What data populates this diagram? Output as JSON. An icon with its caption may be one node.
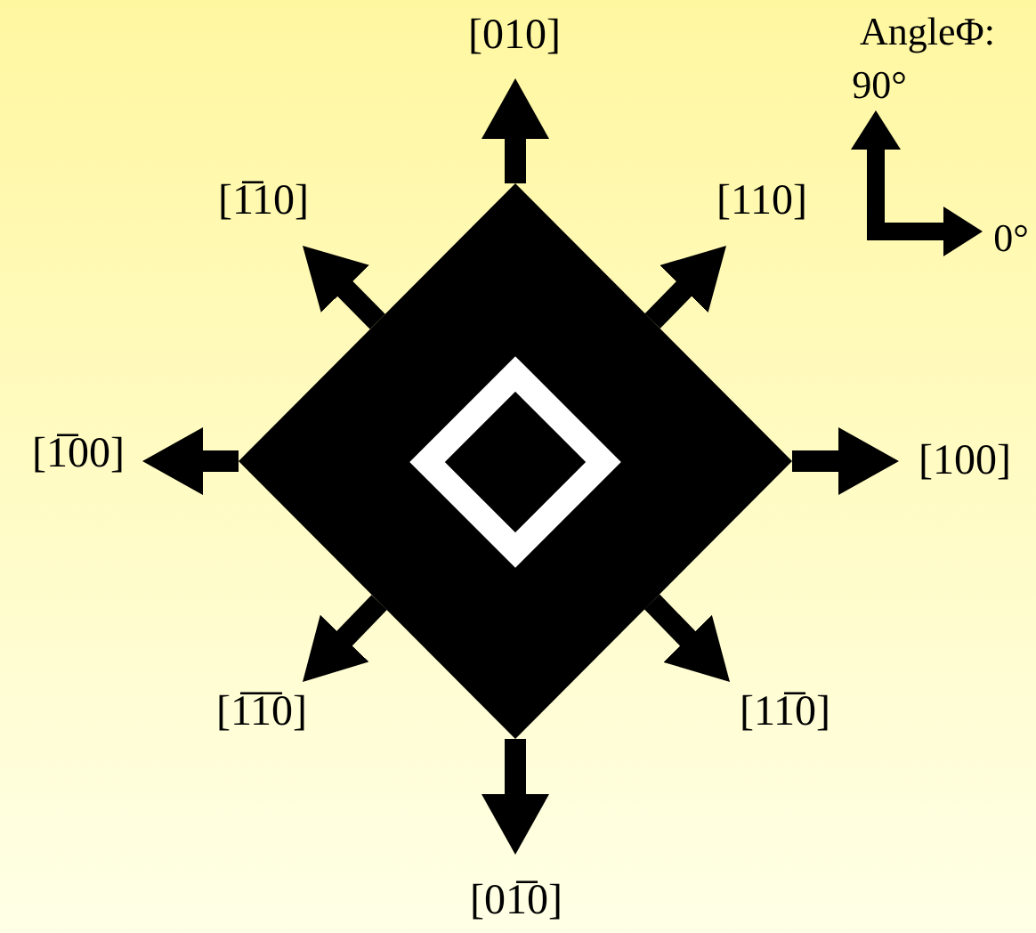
{
  "diagram": {
    "nodes": [
      {
        "text": [],
        "shape": "diamond"
      },
      {
        "text": [],
        "shape": "diamond",
        "in": 0
      },
      {
        "text": [
          "[010]"
        ]
      },
      {
        "text": [
          "[1̅10]"
        ]
      },
      {
        "text": [
          "[110]"
        ]
      },
      {
        "text": [
          "[1̅00]"
        ]
      },
      {
        "text": [
          "[100]"
        ]
      },
      {
        "text": [
          "[1̅1̅0]"
        ]
      },
      {
        "text": [
          "[11̅0]"
        ]
      },
      {
        "text": [
          "[01̅0]"
        ]
      }
    ],
    "edges": [
      {
        "from": 0,
        "to": 2,
        "arrow": "to"
      },
      {
        "from": 0,
        "to": 3,
        "arrow": "to"
      },
      {
        "from": 0,
        "to": 4,
        "arrow": "to"
      },
      {
        "from": 0,
        "to": 5,
        "arrow": "to"
      },
      {
        "from": 0,
        "to": 6,
        "arrow": "to"
      },
      {
        "from": 0,
        "to": 7,
        "arrow": "to"
      },
      {
        "from": 0,
        "to": 8,
        "arrow": "to"
      },
      {
        "from": 0,
        "to": 9,
        "arrow": "to"
      }
    ],
    "labels": [
      "AngleΦ:",
      "90°",
      "0°"
    ]
  }
}
